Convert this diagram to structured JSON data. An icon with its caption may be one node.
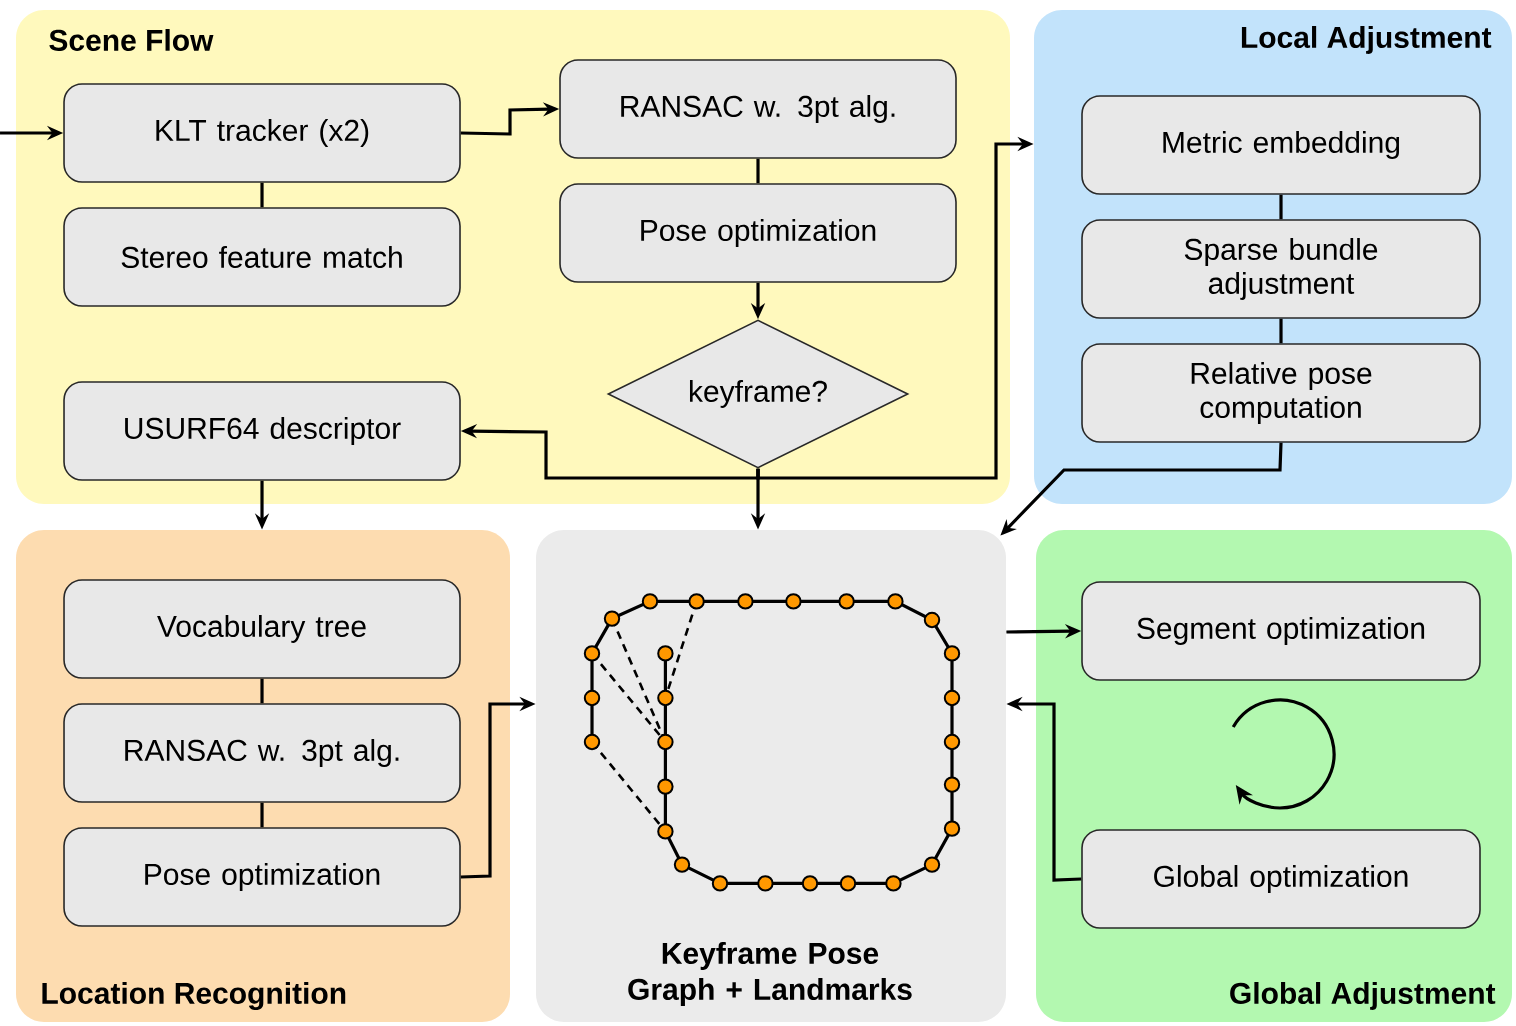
{
  "diagram": {
    "nodes": [
      {
        "text": [
          "Scene Flow"
        ]
      },
      {
        "text": [
          "KLT tracker (x2)"
        ],
        "in": 0
      },
      {
        "text": [
          "Stereo feature match"
        ],
        "in": 0
      },
      {
        "text": [
          "RANSAC w. 3pt alg."
        ],
        "in": 0
      },
      {
        "text": [
          "Pose optimization"
        ],
        "in": 0
      },
      {
        "text": [
          "keyframe?"
        ],
        "in": 0
      },
      {
        "text": [
          "USURF64 descriptor"
        ],
        "in": 0
      },
      {
        "text": [
          "Local Adjustment"
        ]
      },
      {
        "text": [
          "Metric embedding"
        ],
        "in": 7
      },
      {
        "text": [
          "Sparse bundle adjustment"
        ],
        "in": 7
      },
      {
        "text": [
          "Relative pose computation"
        ],
        "in": 7
      },
      {
        "text": [
          "Location Recognition"
        ]
      },
      {
        "text": [
          "Vocabulary tree"
        ],
        "in": 11
      },
      {
        "text": [
          "RANSAC w. 3pt alg."
        ],
        "in": 11
      },
      {
        "text": [
          "Pose optimization"
        ],
        "in": 11
      },
      {
        "text": [
          "Keyframe Pose Graph + Landmarks"
        ]
      },
      {
        "text": [
          "Global Adjustment"
        ]
      },
      {
        "text": [
          "Segment optimization"
        ],
        "in": 16
      },
      {
        "text": [
          "Global optimization"
        ],
        "in": 16
      }
    ],
    "edges": [
      {
        "from": null,
        "to": 1,
        "arrow": "to"
      },
      {
        "from": 1,
        "to": 3,
        "arrow": "to"
      },
      {
        "from": 1,
        "to": 2,
        "arrow": "none"
      },
      {
        "from": 3,
        "to": 4,
        "arrow": "none"
      },
      {
        "from": 4,
        "to": 5,
        "arrow": "to"
      },
      {
        "from": 5,
        "to": 6,
        "arrow": "to"
      },
      {
        "from": 5,
        "to": 7,
        "arrow": "to"
      },
      {
        "from": 5,
        "to": 15,
        "arrow": "to"
      },
      {
        "from": 6,
        "to": 11,
        "arrow": "to"
      },
      {
        "from": 8,
        "to": 9,
        "arrow": "none"
      },
      {
        "from": 9,
        "to": 10,
        "arrow": "none"
      },
      {
        "from": 10,
        "to": 15,
        "arrow": "to"
      },
      {
        "from": 12,
        "to": 13,
        "arrow": "none"
      },
      {
        "from": 13,
        "to": 14,
        "arrow": "none"
      },
      {
        "from": 14,
        "to": 15,
        "arrow": "to"
      },
      {
        "from": 15,
        "to": 17,
        "arrow": "to"
      },
      {
        "from": 18,
        "to": 15,
        "arrow": "to"
      }
    ]
  }
}
